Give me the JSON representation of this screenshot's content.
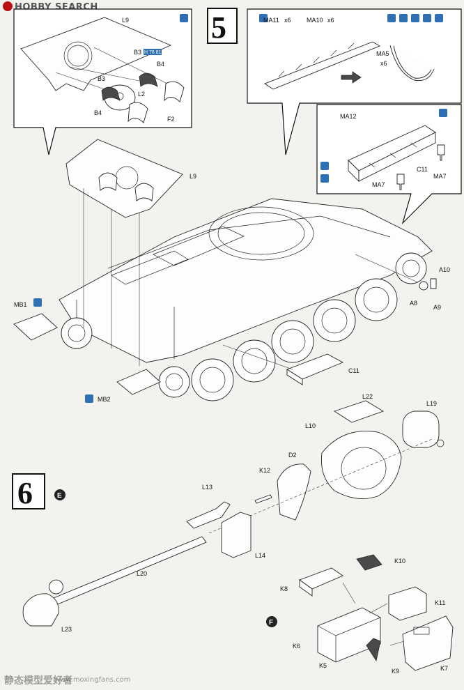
{
  "watermarks": {
    "top": "HOBBY SEARCH",
    "bottom_cn": "静态模型爱好者",
    "bottom_url": "www.moxingfans.com"
  },
  "steps": {
    "five": "5",
    "six": "6",
    "sub_e": "E",
    "sub_f": "F"
  },
  "callout_left": {
    "l9": "L9",
    "b3a": "B3",
    "h_code": "H 76 81",
    "b4a": "B4",
    "b3b": "B3",
    "l2": "L2",
    "b4b": "B4",
    "f2": "F2"
  },
  "callout_right_top": {
    "ma11": "MA11",
    "x6a": "x6",
    "ma10": "MA10",
    "x6b": "x6",
    "ma5": "MA5",
    "x6c": "x6"
  },
  "callout_right_mid": {
    "ma12": "MA12",
    "c11": "C11",
    "ma7a": "MA7",
    "ma7b": "MA7"
  },
  "hull": {
    "l9": "L9",
    "mb1": "MB1",
    "mb2": "MB2",
    "a10": "A10",
    "a8": "A8",
    "a9": "A9",
    "c11": "C11"
  },
  "turret": {
    "l22": "L22",
    "l19": "L19",
    "l10": "L10",
    "d2": "D2",
    "k12": "K12",
    "l13": "L13",
    "l14": "L14",
    "l20": "L20",
    "l23": "L23",
    "k10": "K10",
    "k8": "K8",
    "k11": "K11",
    "k6": "K6",
    "k5": "K5",
    "k9": "K9",
    "k7": "K7"
  },
  "colors": {
    "glue": "#2f6fb3",
    "logo": "#b11111"
  }
}
